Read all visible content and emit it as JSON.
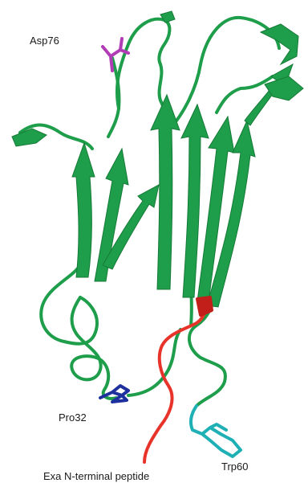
{
  "figure": {
    "labels": {
      "asp": "Asp76",
      "pro": "Pro32",
      "trp": "Trp60",
      "peptide": "Exa N-terminal peptide"
    },
    "colors": {
      "protein": "#1e9e4a",
      "asp": "#b23cb6",
      "pro": "#1e2f9e",
      "trp": "#1fb0b6",
      "peptide": "#e8332a"
    }
  }
}
